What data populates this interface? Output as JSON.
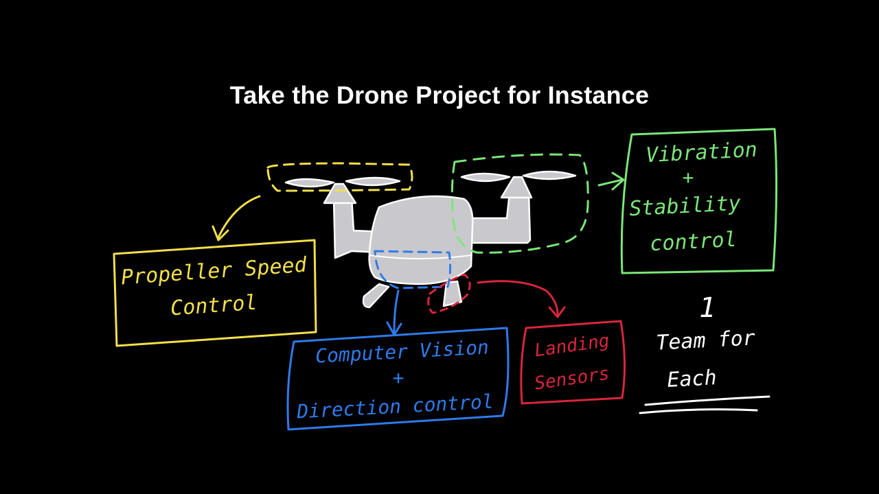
{
  "slide": {
    "title": "Take the Drone Project for Instance"
  },
  "colors": {
    "background": "#000000",
    "yellow": "#f3e04a",
    "green": "#7be67a",
    "blue": "#2f7bea",
    "red": "#d8263c",
    "white": "#ffffff",
    "drone_fill": "#c9c8cc"
  },
  "boxes": {
    "propeller": {
      "line1": "Propeller Speed",
      "line2": "Control"
    },
    "vibration": {
      "line1": "Vibration",
      "line2": "+",
      "line3": "Stability",
      "line4": "control"
    },
    "vision": {
      "line1": "Computer Vision",
      "line2": "+",
      "line3": "Direction control"
    },
    "landing": {
      "line1": "Landing",
      "line2": "Sensors"
    }
  },
  "note": {
    "number": "1",
    "line1": "Team for",
    "line2": "Each"
  }
}
